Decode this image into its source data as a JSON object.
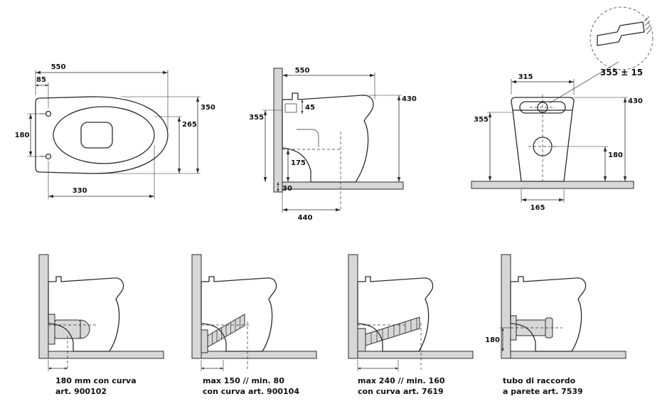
{
  "colors": {
    "line": "#2b2b2b",
    "fill_gray": "#d7d7d7",
    "background": "#ffffff"
  },
  "plan_view": {
    "d550": "550",
    "d85": "85",
    "d180": "180",
    "d265": "265",
    "d350": "350",
    "d330": "330"
  },
  "side_view": {
    "d550": "550",
    "d430": "430",
    "d355": "355",
    "d45": "45",
    "d175": "175",
    "d30": "30",
    "d440": "440"
  },
  "front_view": {
    "d315": "315",
    "d430": "430",
    "d355": "355",
    "d180": "180",
    "d165": "165"
  },
  "detail_view": {
    "label": "355 ± 15"
  },
  "installations": [
    {
      "caption1": "180 mm con curva",
      "caption2": "art. 900102"
    },
    {
      "caption1": "max 150 // min. 80",
      "caption2": "con curva art. 900104"
    },
    {
      "caption1": "max 240 // min. 160",
      "caption2": "con curva art. 7619"
    },
    {
      "caption1": "tubo di raccordo",
      "caption2": "a parete art. 7539",
      "dim": "180"
    }
  ]
}
